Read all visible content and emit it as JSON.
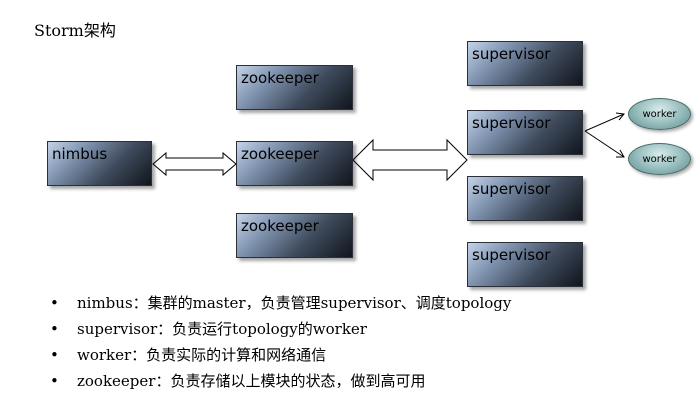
{
  "title": "Storm架构",
  "nodes": {
    "nimbus": "nimbus",
    "zookeeper_top": "zookeeper",
    "zookeeper_mid": "zookeeper",
    "zookeeper_bottom": "zookeeper",
    "supervisor_1": "supervisor",
    "supervisor_2": "supervisor",
    "supervisor_3": "supervisor",
    "supervisor_4": "supervisor"
  },
  "workers": [
    "worker",
    "worker"
  ],
  "bullets": [
    "nimbus：集群的master，负责管理supervisor、调度topology",
    "supervisor：负责运行topology的worker",
    "worker：负责实际的计算和网络通信",
    "zookeeper：负责存储以上模块的状态，做到高可用"
  ],
  "bullet_symbol": "•",
  "colors": {
    "box_light": "#c4d3e7",
    "box_dark": "#11151c",
    "worker_fill": "#9fc3c3"
  }
}
